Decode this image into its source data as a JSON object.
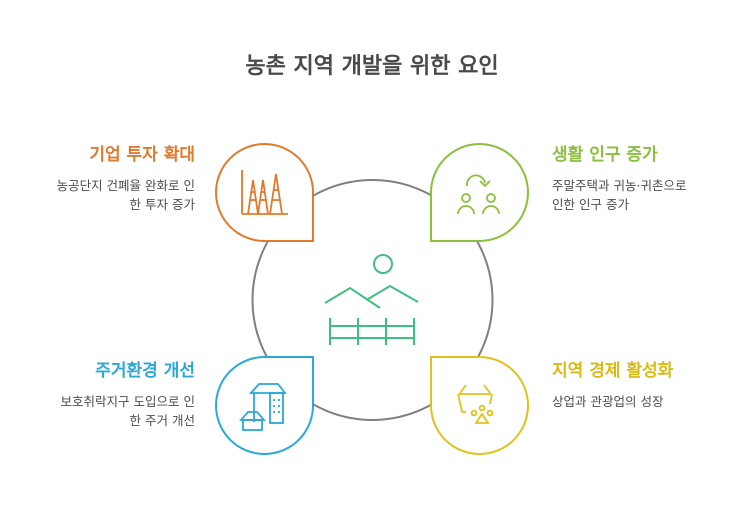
{
  "title": "농촌 지역 개발을 위한 요인",
  "center": {
    "icon": "rural-landscape-icon",
    "color": "#3fbf7f"
  },
  "ring_color": "#808080",
  "factors": [
    {
      "position": "top-left",
      "heading": "기업 투자 확대",
      "description_line1": "농공단지 건폐율 완화로 인",
      "description_line2": "한 투자 증가",
      "icon": "factory-chart-icon",
      "color": "#e07b2e"
    },
    {
      "position": "top-right",
      "heading": "생활 인구 증가",
      "description_line1": "주말주택과 귀농·귀촌으로",
      "description_line2": "인한 인구 증가",
      "icon": "people-transfer-icon",
      "color": "#8cbf3f"
    },
    {
      "position": "bottom-left",
      "heading": "주거환경 개선",
      "description_line1": "보호취락지구 도입으로 인",
      "description_line2": "한 주거 개선",
      "icon": "buildings-icon",
      "color": "#2aa8d8"
    },
    {
      "position": "bottom-right",
      "heading": "지역 경제 활성화",
      "description_line1": "상업과 관광업의 성장",
      "description_line2": "",
      "icon": "market-basket-icon",
      "color": "#e0c21a"
    }
  ]
}
